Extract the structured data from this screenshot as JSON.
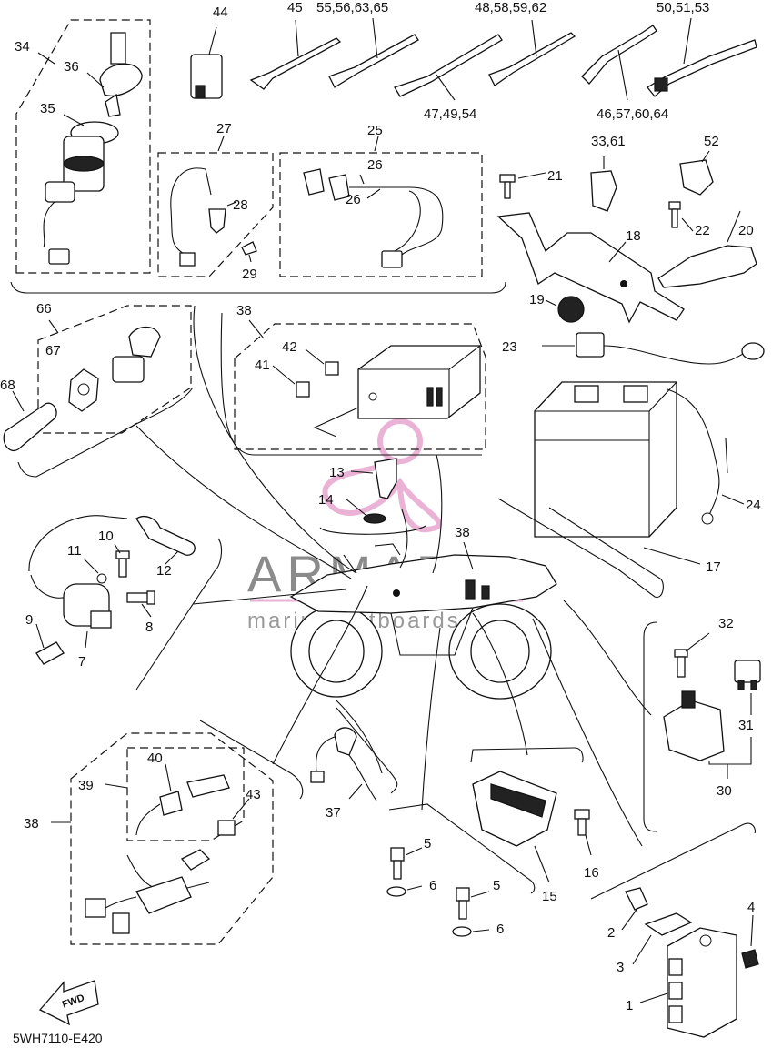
{
  "drawing_code": "5WH7110-E420",
  "watermark": {
    "title": "ARMADA",
    "subtitle": "marine outboards"
  },
  "fwd_arrow_text": "FWD",
  "callouts": {
    "c44": "44",
    "c45": "45",
    "c55_56_63_65": "55,56,63,65",
    "c48_58_59_62": "48,58,59,62",
    "c50_51_53": "50,51,53",
    "c47_49_54": "47,49,54",
    "c46_57_60_64": "46,57,60,64",
    "c34": "34",
    "c36": "36",
    "c35": "35",
    "c27": "27",
    "c28": "28",
    "c29": "29",
    "c25": "25",
    "c26a": "26",
    "c26b": "26",
    "c33_61": "33,61",
    "c52": "52",
    "c21": "21",
    "c18": "18",
    "c22": "22",
    "c20": "20",
    "c19": "19",
    "c23": "23",
    "c66": "66",
    "c67": "67",
    "c68": "68",
    "c38a": "38",
    "c42": "42",
    "c41": "41",
    "c13": "13",
    "c14": "14",
    "c24": "24",
    "c17": "17",
    "c10": "10",
    "c11": "11",
    "c12": "12",
    "c9": "9",
    "c7": "7",
    "c8": "8",
    "c38b": "38",
    "c32": "32",
    "c31": "31",
    "c30": "30",
    "c40": "40",
    "c39": "39",
    "c43": "43",
    "c38c": "38",
    "c37": "37",
    "c5a": "5",
    "c6a": "6",
    "c5b": "5",
    "c6b": "6",
    "c16": "16",
    "c15": "15",
    "c4": "4",
    "c2": "2",
    "c3": "3",
    "c1": "1"
  }
}
